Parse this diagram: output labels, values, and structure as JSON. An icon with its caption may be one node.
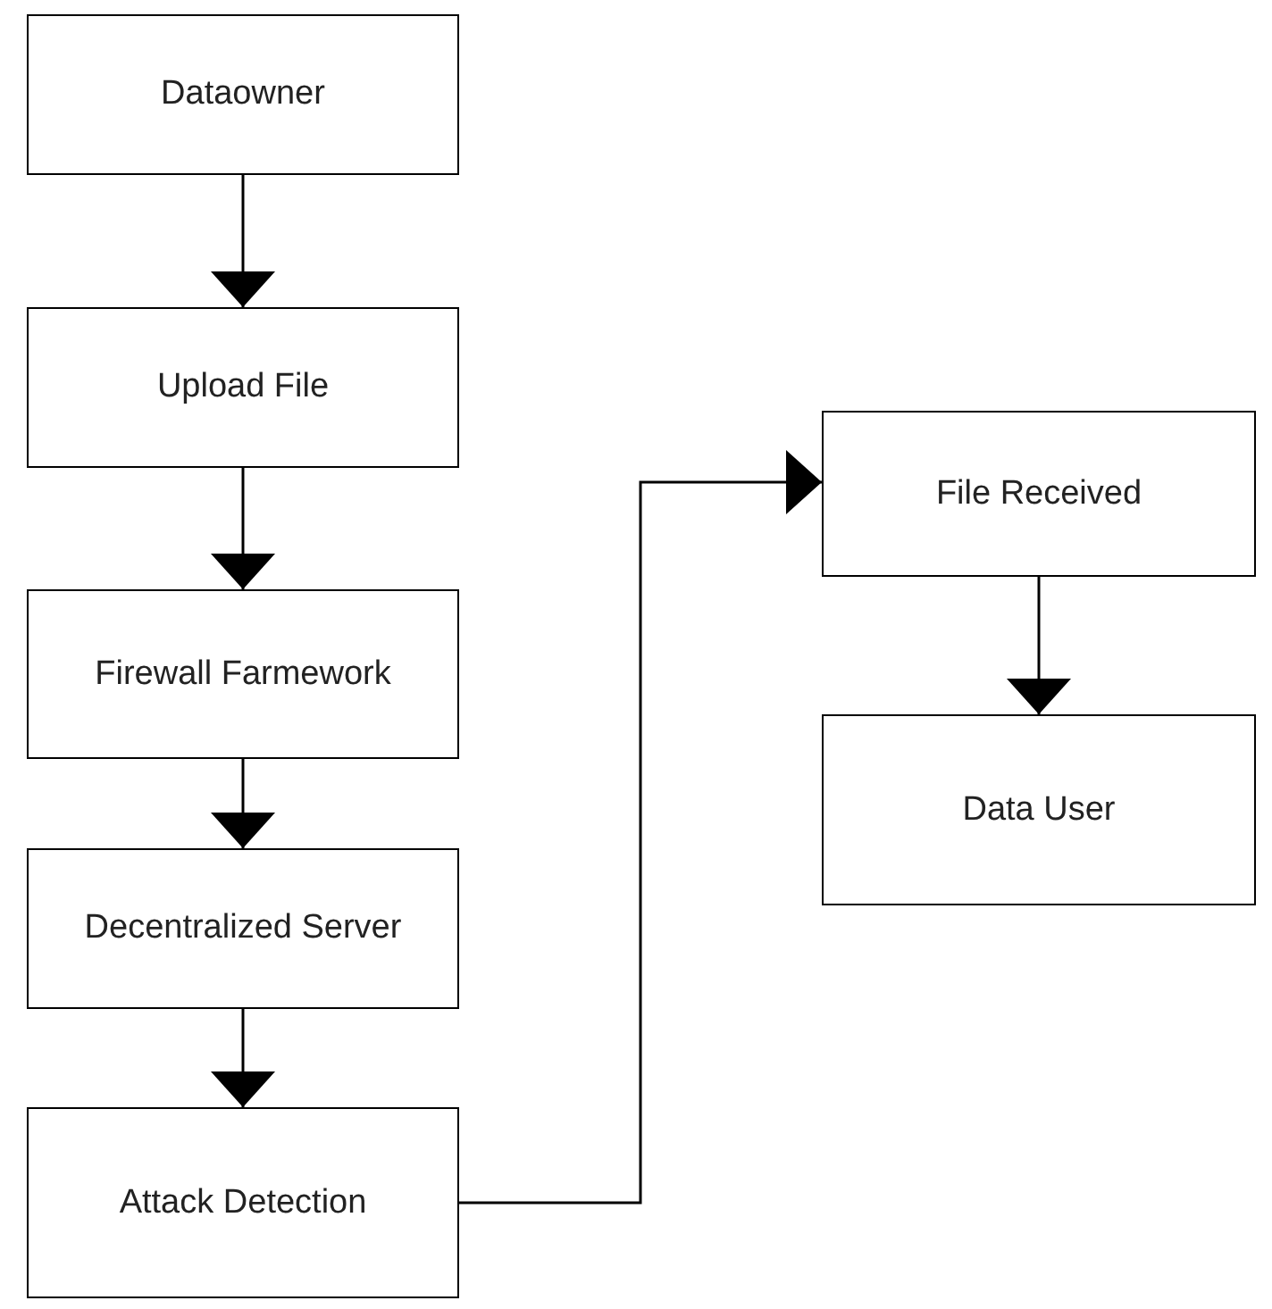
{
  "diagram": {
    "nodes": [
      {
        "text": [
          "Dataowner"
        ]
      },
      {
        "text": [
          "Upload File"
        ]
      },
      {
        "text": [
          "Firewall Farmework"
        ]
      },
      {
        "text": [
          "Decentralized Server"
        ]
      },
      {
        "text": [
          "Attack Detection"
        ]
      },
      {
        "text": [
          "File Received"
        ]
      },
      {
        "text": [
          "Data User"
        ]
      }
    ],
    "edges": [
      {
        "from": 0,
        "to": 1,
        "arrow": "to"
      },
      {
        "from": 1,
        "to": 2,
        "arrow": "to"
      },
      {
        "from": 2,
        "to": 3,
        "arrow": "to"
      },
      {
        "from": 3,
        "to": 4,
        "arrow": "to"
      },
      {
        "from": 4,
        "to": 5,
        "arrow": "to"
      },
      {
        "from": 5,
        "to": 6,
        "arrow": "to"
      }
    ]
  }
}
